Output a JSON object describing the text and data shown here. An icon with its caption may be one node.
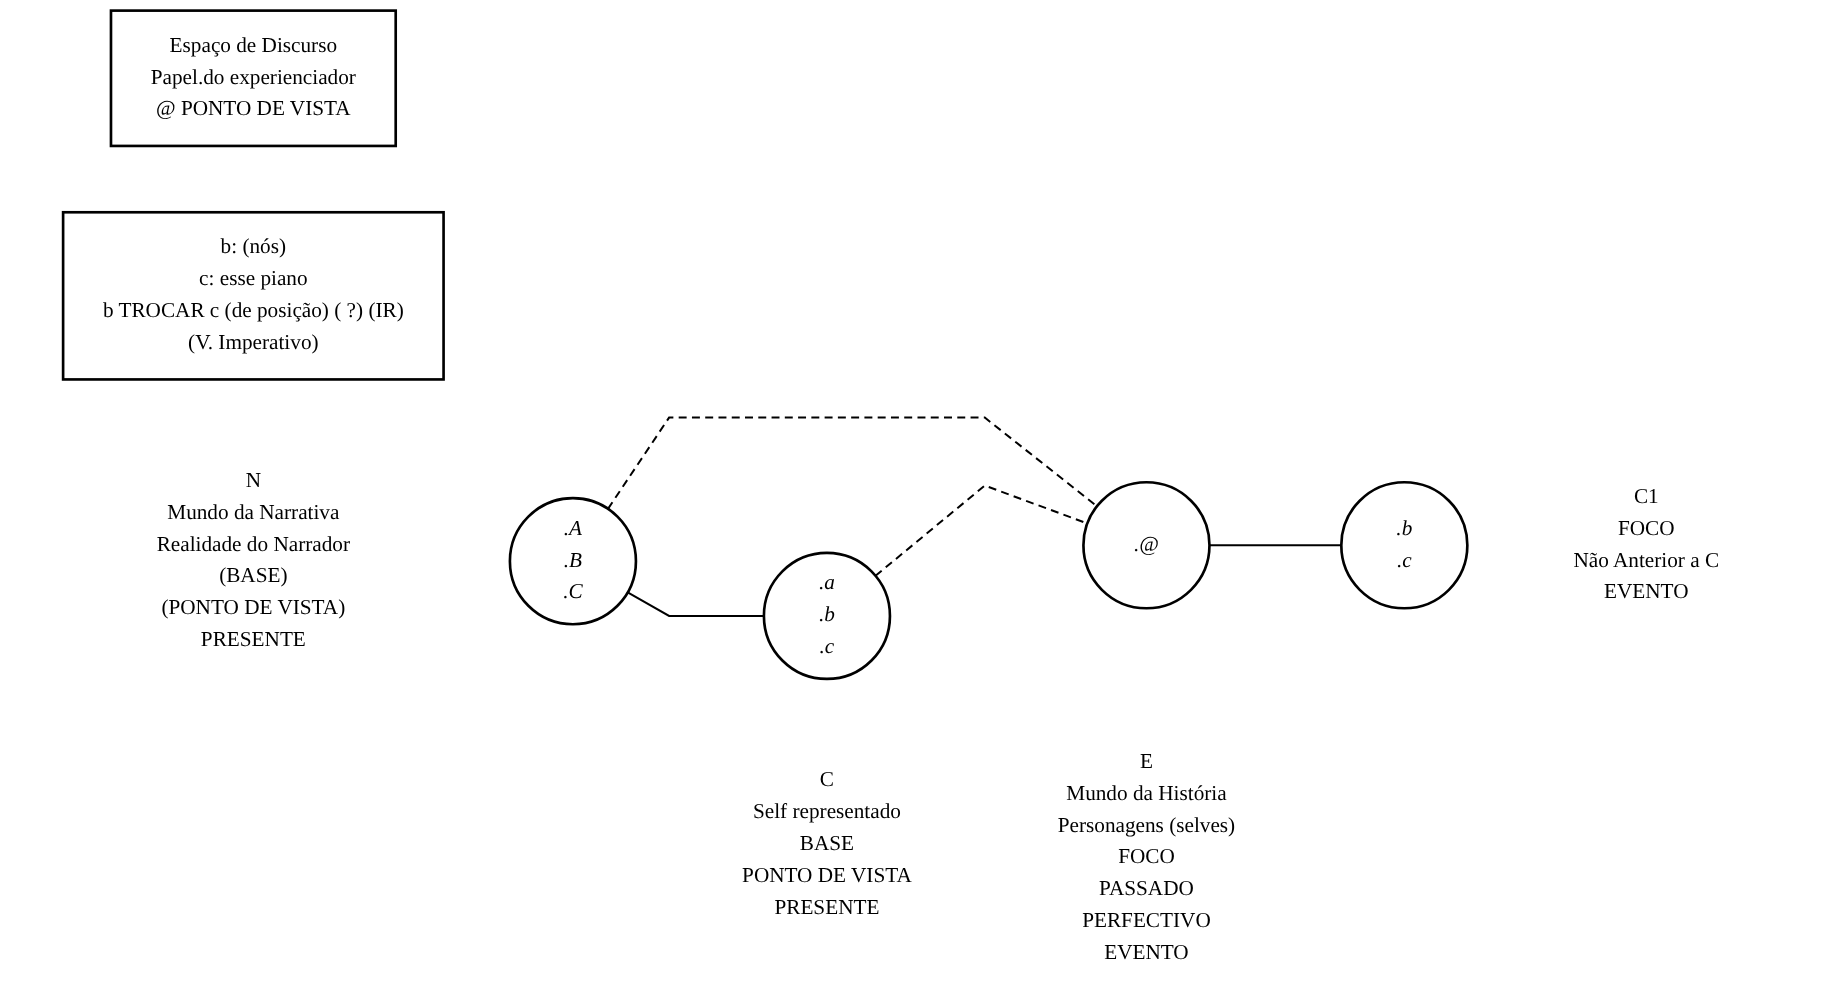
{
  "diagram": {
    "nodes": [
      {
        "text": [
          ".A",
          ".B",
          ".C"
        ],
        "beside": [
          "N",
          "Mundo da Narrativa",
          "Realidade do Narrador",
          "(BASE)",
          "(PONTO DE VISTA)",
          "PRESENTE"
        ]
      },
      {
        "text": [
          ".a",
          ".b",
          ".c"
        ],
        "beside": [
          "E",
          "Mundo da História",
          "Personagens (selves)",
          "FOCO",
          "PASSADO",
          "PERFECTIVO",
          "EVENTO"
        ]
      },
      {
        "text": [
          ".@"
        ],
        "beside": [
          "C",
          "Self representado",
          "BASE",
          "PONTO DE VISTA",
          "PRESENTE"
        ]
      },
      {
        "text": [
          ".b",
          ".c"
        ],
        "beside": [
          "C1",
          "FOCO",
          "Não Anterior a C",
          "EVENTO"
        ]
      },
      {
        "text": [
          "Espaço de Discurso",
          "Papel.do experienciador",
          "@ PONTO DE VISTA"
        ]
      },
      {
        "text": [
          "b: (nós)",
          "c: esse piano",
          "b TROCAR c (de posição)    ( ?) (IR)",
          "(V. Imperativo)"
        ]
      }
    ],
    "edges": [
      {
        "from": 0,
        "to": 1,
        "arrow": "none"
      },
      {
        "from": 0,
        "to": 2,
        "arrow": "none",
        "style": "dashed"
      },
      {
        "from": 1,
        "to": 2,
        "arrow": "none",
        "style": "dashed"
      },
      {
        "from": 2,
        "to": 3,
        "arrow": "none"
      }
    ]
  }
}
